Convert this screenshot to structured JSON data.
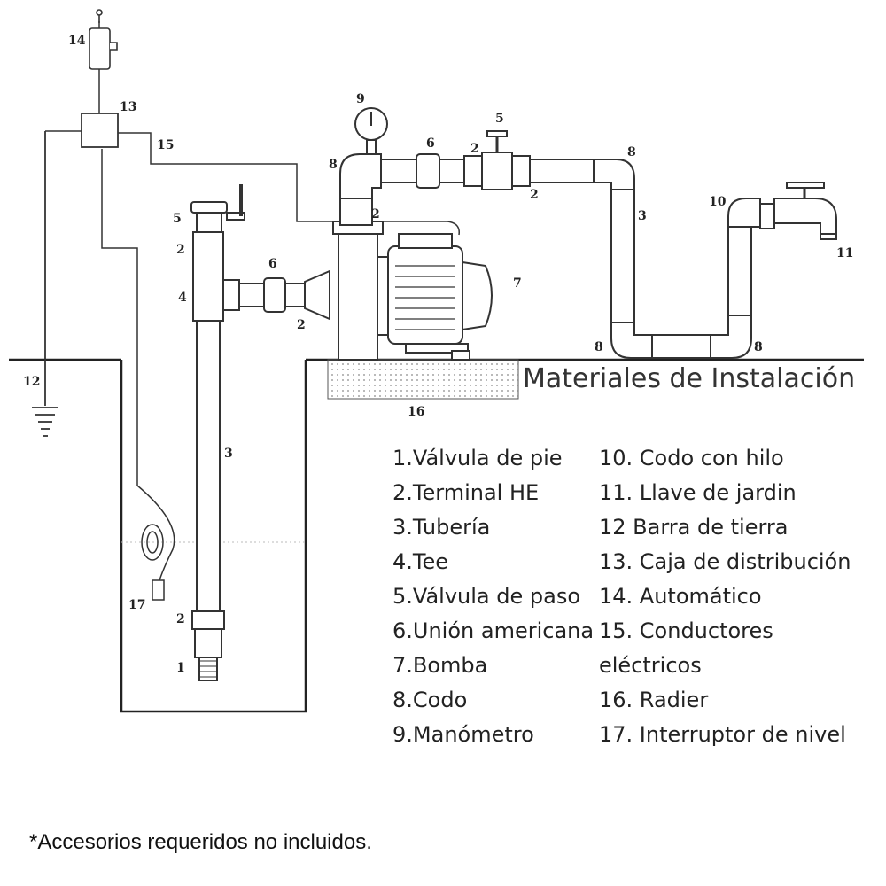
{
  "title": "Materiales de Instalación",
  "legend_left": [
    {
      "num": "1.",
      "label": "Válvula de pie"
    },
    {
      "num": "2.",
      "label": "Terminal HE"
    },
    {
      "num": "3.",
      "label": "Tubería"
    },
    {
      "num": "4.",
      "label": "Tee"
    },
    {
      "num": "5.",
      "label": "Válvula de paso"
    },
    {
      "num": "6.",
      "label": "Unión americana"
    },
    {
      "num": "7.",
      "label": "Bomba"
    },
    {
      "num": "8.",
      "label": "Codo"
    },
    {
      "num": "9.",
      "label": "Manómetro"
    }
  ],
  "legend_right": [
    {
      "text": "10.  Codo con hilo"
    },
    {
      "text": "11.  Llave de jardin"
    },
    {
      "text": "12  Barra de tierra"
    },
    {
      "text": "13. Caja de distribución"
    },
    {
      "text": "14.  Automático"
    },
    {
      "text": "15.  Conductores"
    },
    {
      "text": "eléctricos"
    },
    {
      "text": "16. Radier"
    },
    {
      "text": "17. Interruptor de nivel"
    }
  ],
  "diagram_numbers": {
    "n1": "1",
    "n2": "2",
    "n3": "3",
    "n4": "4",
    "n5": "5",
    "n6": "6",
    "n7": "7",
    "n8": "8",
    "n9": "9",
    "n10": "10",
    "n11": "11",
    "n12": "12",
    "n13": "13",
    "n14": "14",
    "n15": "15",
    "n16": "16",
    "n17": "17"
  },
  "footnote": "*Accesorios requeridos no incluidos."
}
